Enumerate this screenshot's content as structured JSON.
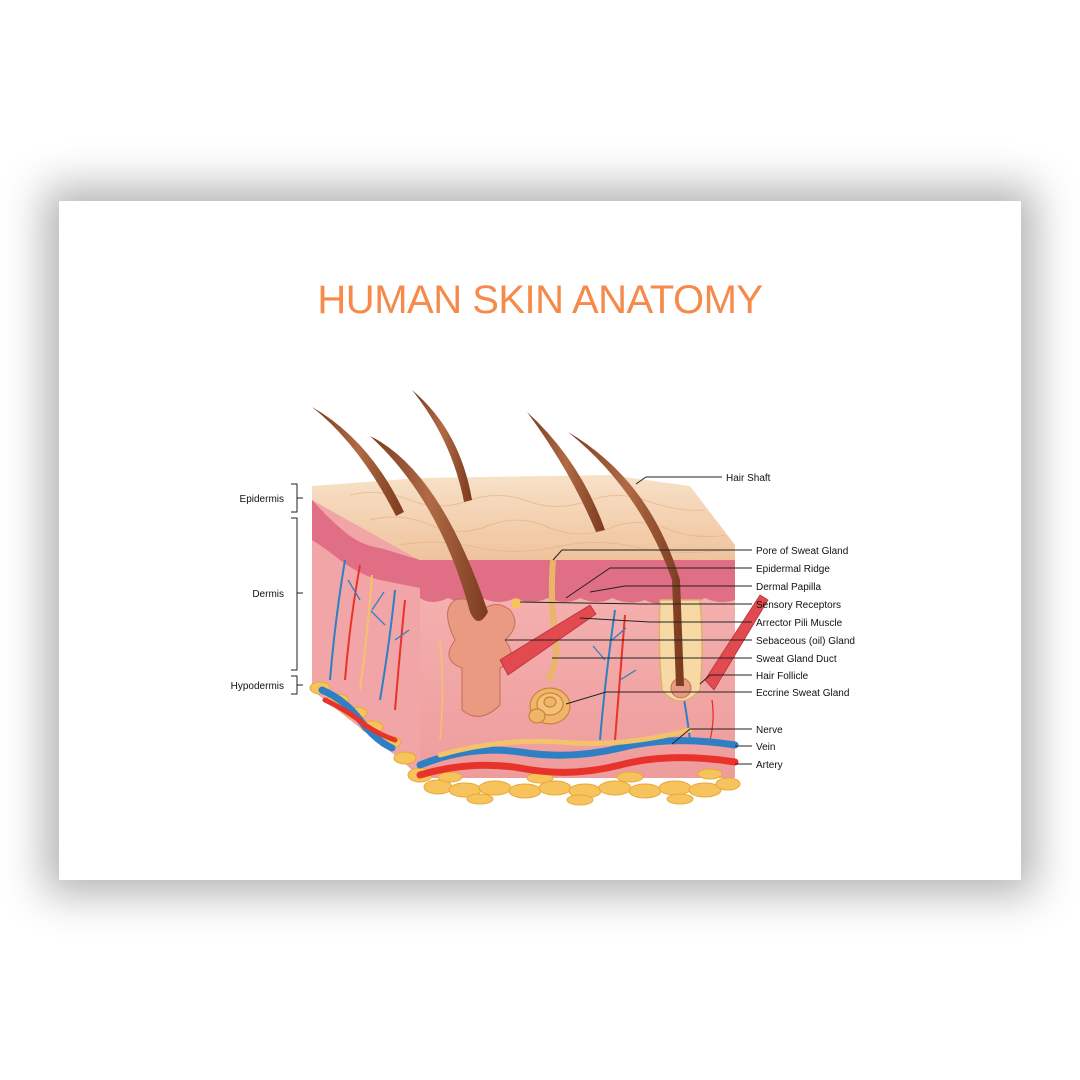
{
  "poster": {
    "title": "HUMAN SKIN ANATOMY",
    "title_color": "#F58A4A"
  },
  "layers": {
    "epidermis": "Epidermis",
    "dermis": "Dermis",
    "hypodermis": "Hypodermis"
  },
  "labels": {
    "hair_shaft": "Hair Shaft",
    "pore_of_sweat_gland": "Pore of Sweat Gland",
    "epidermal_ridge": "Epidermal Ridge",
    "dermal_papilla": "Dermal Papilla",
    "sensory_receptors": "Sensory Receptors",
    "arrector_pili_muscle": "Arrector Pili Muscle",
    "sebaceous_gland": "Sebaceous (oil) Gland",
    "sweat_gland_duct": "Sweat Gland Duct",
    "hair_follicle": "Hair Follicle",
    "eccrine_sweat_gland": "Eccrine Sweat Gland",
    "nerve": "Nerve",
    "vein": "Vein",
    "artery": "Artery"
  },
  "colors": {
    "epidermis": "#F3D2B0",
    "dermis": "#F4A9A8",
    "hypodermis_fat": "#F7C35C",
    "hair": "#9B4E2C",
    "artery": "#E8332A",
    "vein": "#2F7FC4",
    "nerve": "#F2C36B"
  }
}
